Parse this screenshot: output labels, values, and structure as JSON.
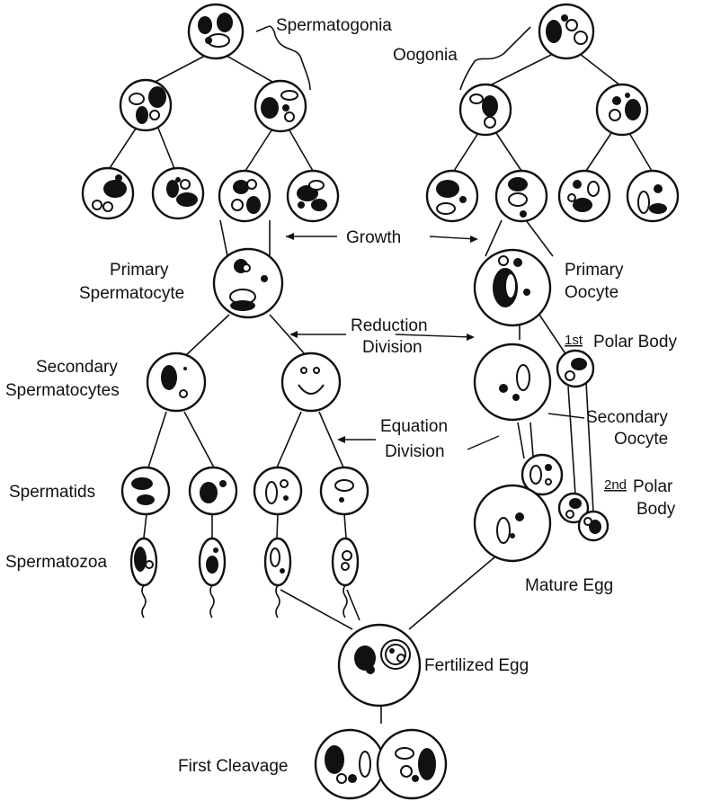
{
  "diagram": {
    "labels": {
      "spermatogonia": "Spermatogonia",
      "oogonia": "Oogonia",
      "growth": "Growth",
      "primary_spermatocyte_1": "Primary",
      "primary_spermatocyte_2": "Spermatocyte",
      "primary_oocyte_1": "Primary",
      "primary_oocyte_2": "Oocyte",
      "reduction_1": "Reduction",
      "reduction_2": "Division",
      "first_polar_body_sup": "1st",
      "first_polar_body": "Polar Body",
      "secondary_spermatocytes_1": "Secondary",
      "secondary_spermatocytes_2": "Spermatocytes",
      "equation_1": "Equation",
      "equation_2": "Division",
      "secondary_oocyte_1": "Secondary",
      "secondary_oocyte_2": "Oocyte",
      "spermatids": "Spermatids",
      "second_polar_body_sup": "2nd",
      "second_polar_body_1": "Polar",
      "second_polar_body_2": "Body",
      "spermatozoa": "Spermatozoa",
      "mature_egg": "Mature Egg",
      "fertilized_egg": "Fertilized Egg",
      "first_cleavage": "First Cleavage"
    },
    "colors": {
      "ink": "#111111",
      "paper": "#ffffff"
    }
  }
}
